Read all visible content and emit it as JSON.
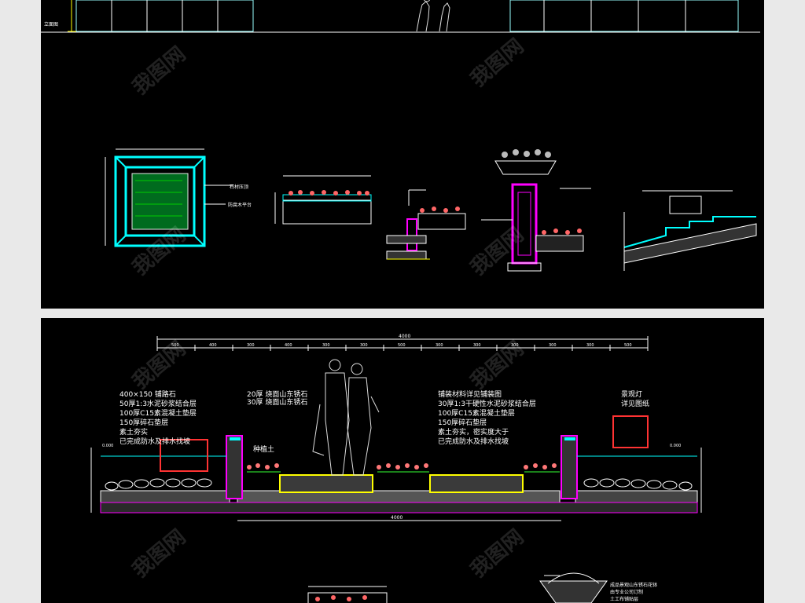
{
  "top_sheet": {
    "small_labels": [
      "石材压顶",
      "防腐木平台"
    ],
    "corner_text": "立面图"
  },
  "bottom_sheet": {
    "overall_dim": "4000",
    "dims": [
      "500",
      "400",
      "300",
      "400",
      "300",
      "300",
      "500",
      "300",
      "300",
      "300",
      "300",
      "300",
      "500"
    ],
    "left_notes": [
      "400×150 铺路石",
      "50厚1:3水泥砂浆结合层",
      "100厚C15素混凝土垫层",
      "150厚碎石垫层",
      "素土夯实",
      "已完成防水及排水找坡"
    ],
    "center_notes": [
      "20厚 烧面山东锈石",
      "30厚 烧面山东锈石"
    ],
    "soil_note": "种植土",
    "right_notes": [
      "铺装材料详见铺装图",
      "30厚1:3干硬性水泥砂浆结合层",
      "100厚C15素混凝土垫层",
      "150厚碎石垫层",
      "素土夯实，密实度大于",
      "已完成防水及排水找坡"
    ],
    "top_right_note": [
      "景观灯",
      "详见图纸"
    ],
    "bottom_dim": "4000",
    "bottom_right_notes": [
      "成品景观山东锈石花钵",
      "由专业公司订制",
      "土工布铺贴层"
    ],
    "level_left": "0.000",
    "level_right": "0.000"
  },
  "watermark": "我图网",
  "colors": {
    "cyan": "#00ffff",
    "magenta": "#ff00ff",
    "yellow": "#ffff00",
    "white": "#ffffff",
    "red": "#ff3333",
    "green": "#33ff33",
    "pink": "#ff9999"
  }
}
